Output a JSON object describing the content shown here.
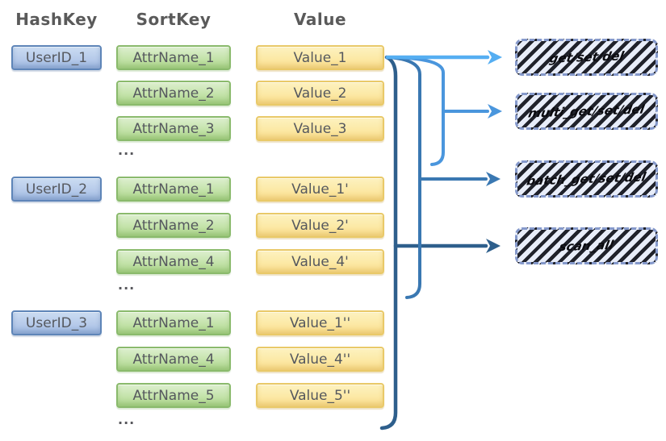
{
  "columns": {
    "hash_key": "HashKey",
    "sort_key": "SortKey",
    "value": "Value"
  },
  "groups": [
    {
      "hash_key": "UserID_1",
      "rows": [
        {
          "sort_key": "AttrName_1",
          "value": "Value_1"
        },
        {
          "sort_key": "AttrName_2",
          "value": "Value_2"
        },
        {
          "sort_key": "AttrName_3",
          "value": "Value_3"
        }
      ],
      "ellipsis": "..."
    },
    {
      "hash_key": "UserID_2",
      "rows": [
        {
          "sort_key": "AttrName_1",
          "value": "Value_1'"
        },
        {
          "sort_key": "AttrName_2",
          "value": "Value_2'"
        },
        {
          "sort_key": "AttrName_4",
          "value": "Value_4'"
        }
      ],
      "ellipsis": "..."
    },
    {
      "hash_key": "UserID_3",
      "rows": [
        {
          "sort_key": "AttrName_1",
          "value": "Value_1''"
        },
        {
          "sort_key": "AttrName_4",
          "value": "Value_4''"
        },
        {
          "sort_key": "AttrName_5",
          "value": "Value_5''"
        }
      ],
      "ellipsis": "..."
    }
  ],
  "operations": [
    {
      "label": "get/set/del",
      "arrow_color": "#55aef2"
    },
    {
      "label": "multi_get/set/del",
      "arrow_color": "#4a96dd"
    },
    {
      "label": "batch_get/set/del",
      "arrow_color": "#3a78b2"
    },
    {
      "label": "scan_all",
      "arrow_color": "#2e5f8c"
    }
  ],
  "colors": {
    "hash_box_fill": "#b7cbea",
    "hash_box_border": "#5e85b8",
    "attr_box_fill": "#c4e3aa",
    "attr_box_border": "#8aba6c",
    "value_box_fill": "#fce9a6",
    "value_box_border": "#e9c968",
    "op_box_border": "#8599cb",
    "op_box_hatch": "#20222b",
    "op_box_bg": "#e8edf9",
    "header_text": "#5a5a5a",
    "box_text": "#55585e"
  }
}
